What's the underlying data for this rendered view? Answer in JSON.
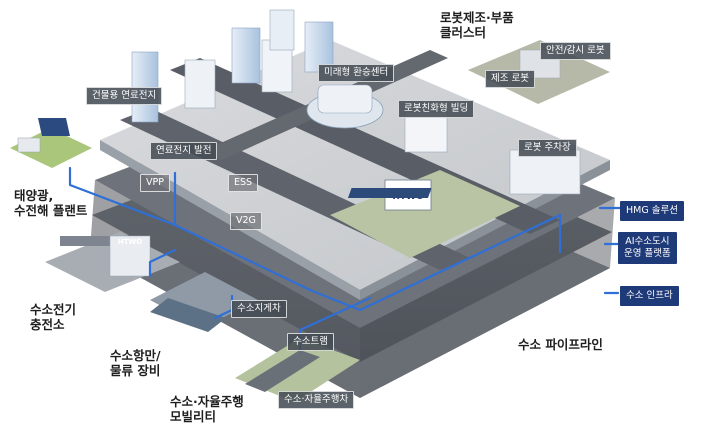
{
  "labels": {
    "solar_plant": "태양광,\n수전해 플랜트",
    "h2_station": "수소전기\n충전소",
    "h2_port": "수소항만/\n물류 장비",
    "h2_mobility": "수소·자율주행\n모빌리티",
    "robot_cluster": "로봇제조·부품\n클러스터",
    "h2_pipeline": "수소 파이프라인"
  },
  "tags": {
    "building_fc": "건물용 연료전지",
    "future_transfer": "미래형 환승센터",
    "robot_building": "로봇친화형 빌딩",
    "robot_parking": "로봇 주차장",
    "safety_robot": "안전/감시 로봇",
    "mfg_robot": "제조 로봇",
    "fc_power": "연료전지 발전",
    "vpp": "VPP",
    "ess": "ESS",
    "v2g": "V2G",
    "forklift": "수소지게차",
    "tram": "수소트램",
    "autobus": "수소·자율주행차"
  },
  "sidebar": {
    "hmg": "HMG 솔루션",
    "ai_platform": "AI수소도시\n운영 플랫폼",
    "infra": "수소 인프라"
  },
  "branding": {
    "station_logo": "HTWO",
    "building_logo": "HTWO"
  },
  "colors": {
    "pipeline": "#2f6fd6",
    "sidebar": "#1f3a78",
    "road": "#555a61"
  }
}
